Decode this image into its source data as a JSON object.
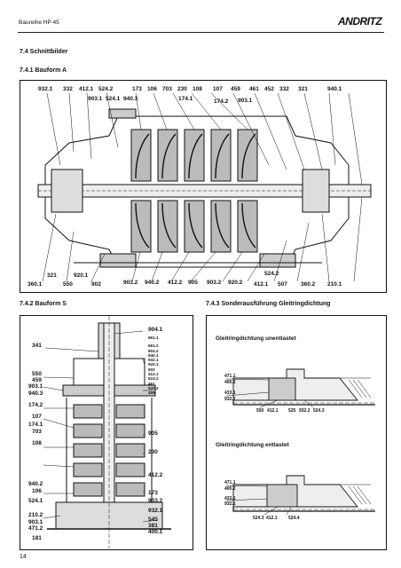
{
  "header": {
    "title": "Baureihe HP 45",
    "logo_text": "ANDRITZ"
  },
  "sections": {
    "s1": "7.4   Schnittbilder",
    "s2": "7.4.1   Bauform A",
    "s3": "7.4.2   Bauform S",
    "s4": "7.4.3   Sonderausführung Gleitringdichtung"
  },
  "figA": {
    "top_labels": [
      "932.1",
      "332",
      "412.1",
      "524.2",
      "173",
      "106",
      "703",
      "230",
      "108",
      "107",
      "459",
      "461",
      "452",
      "332",
      "321",
      "940.1"
    ],
    "top_labels_row2": [
      "903.1",
      "524.1",
      "940.3",
      "174.1",
      "174.2",
      "903.1"
    ],
    "bottom_row1": [
      "321",
      "920.1",
      "524.2"
    ],
    "bottom_row2": [
      "360.1",
      "550",
      "902",
      "903.2",
      "940.2",
      "412.2",
      "905",
      "903.2",
      "920.2",
      "412.1",
      "507",
      "360.2",
      "210.1"
    ]
  },
  "figS": {
    "left_labels": [
      "341",
      "550",
      "459",
      "903.1",
      "940.3",
      "174.2",
      "107",
      "174.1",
      "703",
      "108",
      "940.2",
      "106",
      "524.1",
      "210.2",
      "903.1",
      "471.2",
      "181"
    ],
    "right_top": [
      "904.1",
      "661.1",
      "661.2",
      "904.2",
      "940.1",
      "932.1",
      "920.1",
      "902",
      "412.1",
      "524.2",
      "461",
      "520.2",
      "499"
    ],
    "right_mid": [
      "905",
      "230",
      "412.2"
    ],
    "right_bottom": [
      "173",
      "903.2",
      "932.1",
      "545",
      "381",
      "400.1"
    ]
  },
  "figG": {
    "title1": "Gleitringdichtung unentlastet",
    "labels1_left": [
      "471.1",
      "400.2",
      "433.1",
      "932.1"
    ],
    "labels1_bottom": [
      "550",
      "412.1",
      "525",
      "932.2",
      "524.3"
    ],
    "title2": "Gleitringdichtung entlastet",
    "labels2_left": [
      "471.1",
      "400.2",
      "433.1",
      "932.1"
    ],
    "labels2_bottom": [
      "524.3",
      "412.1",
      "524.4"
    ]
  },
  "footer": {
    "page": "14"
  }
}
